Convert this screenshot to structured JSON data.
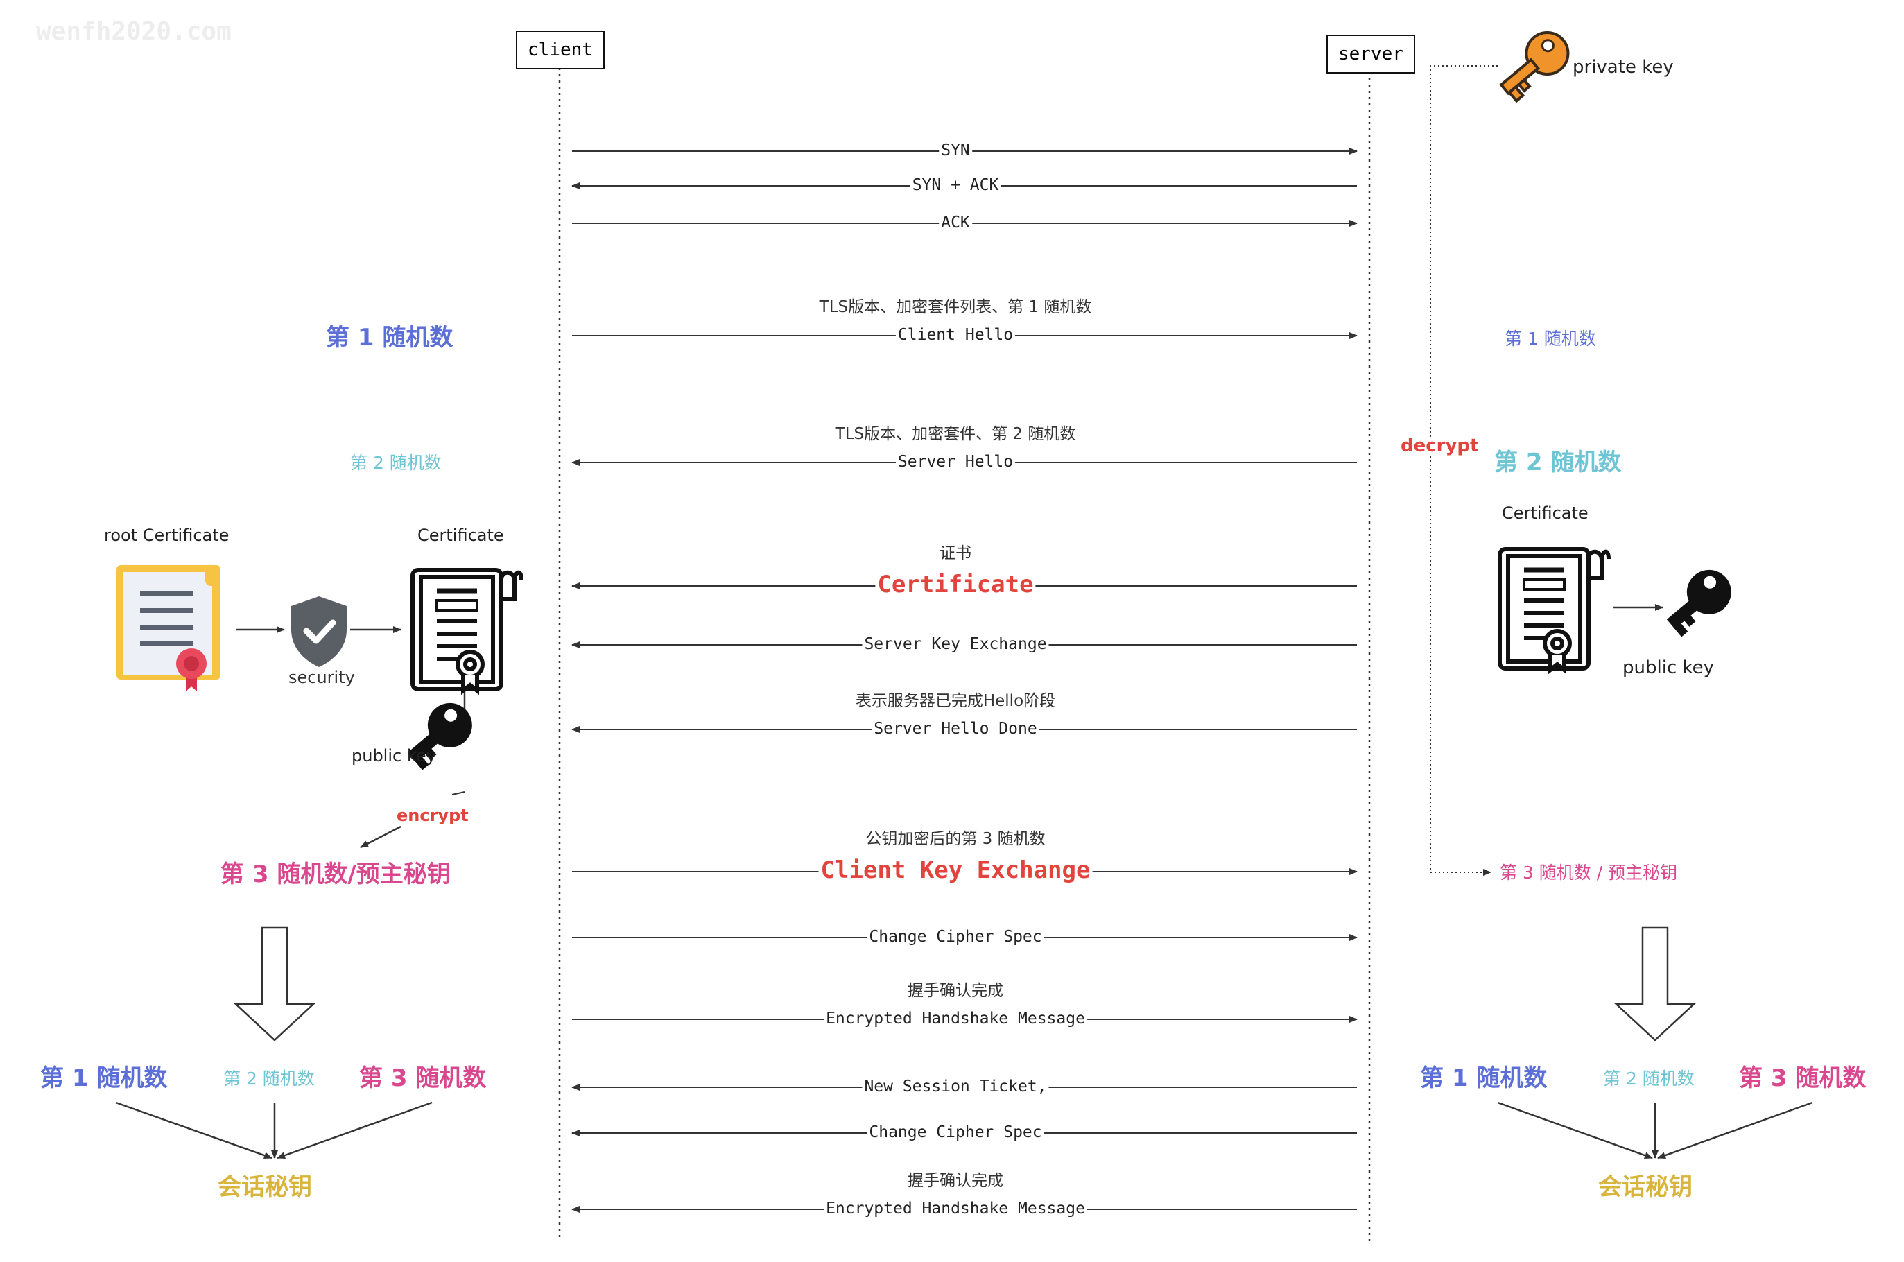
{
  "watermark": "wenfh2020.com",
  "lifelines": {
    "client": "client",
    "server": "server"
  },
  "messages": [
    {
      "label": "SYN",
      "dir": "right",
      "note": ""
    },
    {
      "label": "SYN + ACK",
      "dir": "left",
      "note": ""
    },
    {
      "label": "ACK",
      "dir": "right",
      "note": ""
    },
    {
      "label": "Client Hello",
      "dir": "right",
      "note": "TLS版本、加密套件列表、第 1 随机数"
    },
    {
      "label": "Server Hello",
      "dir": "left",
      "note": "TLS版本、加密套件、第 2 随机数"
    },
    {
      "label": "Certificate",
      "dir": "left",
      "note": "证书",
      "highlight": true
    },
    {
      "label": "Server Key Exchange",
      "dir": "left",
      "note": ""
    },
    {
      "label": "Server Hello Done",
      "dir": "left",
      "note": "表示服务器已完成Hello阶段"
    },
    {
      "label": "Client Key Exchange",
      "dir": "right",
      "note": "公钥加密后的第 3 随机数",
      "highlight": true
    },
    {
      "label": "Change Cipher Spec",
      "dir": "right",
      "note": ""
    },
    {
      "label": "Encrypted Handshake Message",
      "dir": "right",
      "note": "握手确认完成"
    },
    {
      "label": "New Session Ticket,",
      "dir": "left",
      "note": ""
    },
    {
      "label": "Change Cipher Spec",
      "dir": "left",
      "note": ""
    },
    {
      "label": "Encrypted Handshake Message",
      "dir": "left",
      "note": "握手确认完成"
    }
  ],
  "client_side": {
    "random1": "第 1 随机数",
    "random2": "第 2 随机数",
    "root_cert_label": "root Certificate",
    "security_label": "security",
    "cert_label": "Certificate",
    "public_key_label": "public key",
    "encrypt_label": "encrypt",
    "random3": "第 3 随机数/预主秘钥",
    "combine": [
      "第 1 随机数",
      "第 2 随机数",
      "第 3 随机数"
    ],
    "session_key": "会话秘钥"
  },
  "server_side": {
    "private_key_label": "private key",
    "random1": "第 1 随机数",
    "decrypt_label": "decrypt",
    "random2": "第 2 随机数",
    "cert_label": "Certificate",
    "public_key_label": "public key",
    "random3": "第 3 随机数 / 预主秘钥",
    "combine": [
      "第 1 随机数",
      "第 2 随机数",
      "第 3 随机数"
    ],
    "session_key": "会话秘钥"
  },
  "colors": {
    "blue": "#5b6fd6",
    "cyan": "#6ec5d3",
    "pink": "#d9478e",
    "red": "#e0443c",
    "gold": "#d8b53a",
    "key_orange": "#f0932b",
    "cert_yellow": "#f6c343"
  }
}
